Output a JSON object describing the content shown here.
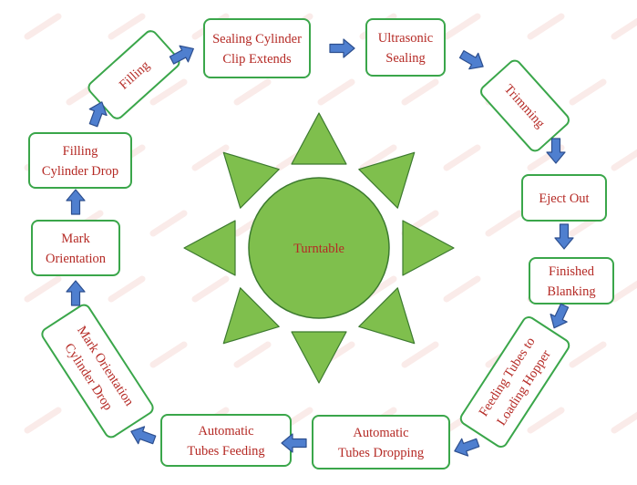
{
  "diagram": {
    "center": {
      "label": "Turntable"
    },
    "steps": [
      {
        "id": "sealing-cylinder-clip-extends",
        "lines": [
          "Sealing Cylinder",
          "Clip Extends"
        ]
      },
      {
        "id": "ultrasonic-sealing",
        "lines": [
          "Ultrasonic",
          "Sealing"
        ]
      },
      {
        "id": "trimming",
        "lines": [
          "Trimming"
        ]
      },
      {
        "id": "eject-out",
        "lines": [
          "Eject Out"
        ]
      },
      {
        "id": "finished-blanking",
        "lines": [
          "Finished",
          "Blanking"
        ]
      },
      {
        "id": "feeding-tubes-to-loading-hopper",
        "lines": [
          "Feeding Tubes to",
          "Loading Hopper"
        ]
      },
      {
        "id": "automatic-tubes-dropping",
        "lines": [
          "Automatic",
          "Tubes Dropping"
        ]
      },
      {
        "id": "automatic-tubes-feeding",
        "lines": [
          "Automatic",
          "Tubes Feeding"
        ]
      },
      {
        "id": "mark-orientation-cylinder-drop",
        "lines": [
          "Mark Orientation",
          "Cylinder Drop"
        ]
      },
      {
        "id": "mark-orientation",
        "lines": [
          "Mark",
          "Orientation"
        ]
      },
      {
        "id": "filling-cylinder-drop",
        "lines": [
          "Filling",
          "Cylinder Drop"
        ]
      },
      {
        "id": "filling",
        "lines": [
          "Filling"
        ]
      }
    ],
    "colors": {
      "box_border": "#3aa64a",
      "text": "#b52a25",
      "arrow_fill": "#4f7fcf",
      "shape_fill": "#7fbf4d"
    }
  }
}
